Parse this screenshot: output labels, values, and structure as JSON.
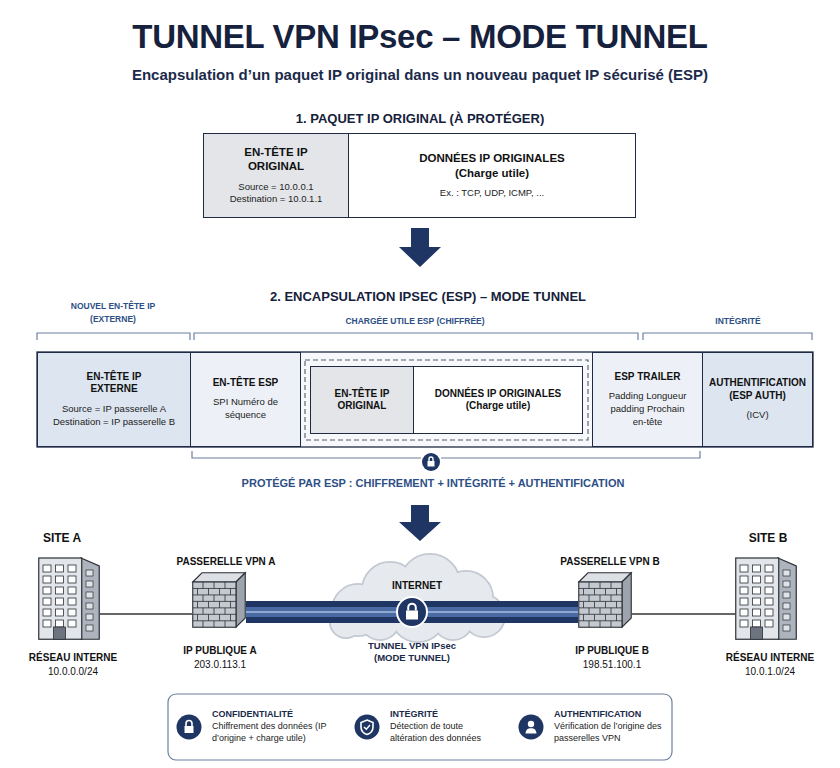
{
  "diagram": {
    "title": "TUNNEL VPN IPsec – MODE TUNNEL",
    "nodes": [
      {
        "text": [
          "EN-TÊTE IP ORIGINAL",
          "Source = 10.0.0.1 Destination = 10.0.1.1"
        ]
      },
      {
        "text": [
          "DONNÉES IP ORIGINALES (Charge utile)",
          "Ex. : TCP, UDP, ICMP, ..."
        ]
      },
      {
        "text": [
          "EN-TÊTE IP EXTERNE",
          "Source = IP passerelle A Destination = IP passerelle B"
        ]
      },
      {
        "text": [
          "EN-TÊTE ESP",
          "SPI Numéro de séquence"
        ]
      },
      {
        "text": [
          "EN-TÊTE IP ORIGINAL"
        ]
      },
      {
        "text": [
          "DONNÉES IP ORIGINALES (Charge utile)"
        ]
      },
      {
        "text": [
          "ESP TRAILER",
          "Padding Longueur padding Prochain en-tête"
        ]
      },
      {
        "text": [
          "AUTHENTIFICATION (ESP AUTH)",
          "(ICV)"
        ]
      },
      {
        "text": [
          "SITE A",
          "RÉSEAU INTERNE",
          "10.0.0.0/24"
        ]
      },
      {
        "text": [
          "PASSERELLE VPN A",
          "IP PUBLIQUE A",
          "203.0.113.1"
        ]
      },
      {
        "text": [
          "INTERNET"
        ]
      },
      {
        "text": [
          "PASSERELLE VPN B",
          "IP PUBLIQUE B",
          "198.51.100.1"
        ]
      },
      {
        "text": [
          "SITE B",
          "RÉSEAU INTERNE",
          "10.0.1.0/24"
        ]
      },
      {
        "text": [
          "CONFIDENTIALITÉ",
          "Chiffrement des données (IP d’origine + charge utile)"
        ]
      },
      {
        "text": [
          "INTÉGRITÉ",
          "Détection de toute altération des données"
        ]
      },
      {
        "text": [
          "AUTHENTIFICATION",
          "Vérification de l’origine des passerelles VPN"
        ]
      }
    ],
    "edges": [
      {
        "from": 8,
        "to": 9,
        "arrow": "none"
      },
      {
        "from": 9,
        "to": 11,
        "arrow": "none",
        "label": "TUNNEL VPN IPsec (MODE TUNNEL)"
      },
      {
        "from": 11,
        "to": 12,
        "arrow": "none"
      }
    ],
    "labels": [
      "Encapsulation d’un paquet IP original dans un nouveau paquet IP sécurisé (ESP)",
      "1. PAQUET IP ORIGINAL (À PROTÉGER)",
      "2. ENCAPSULATION IPSEC (ESP) – MODE TUNNEL",
      "NOUVEL EN-TÊTE IP (EXTERNE)",
      "CHARGÉE UTILE ESP (CHIFFRÉE)",
      "INTÉGRITÉ",
      "PROTÉGÉ PAR ESP : CHIFFREMENT + INTÉGRITÉ + AUTHENTIFICATION"
    ]
  }
}
